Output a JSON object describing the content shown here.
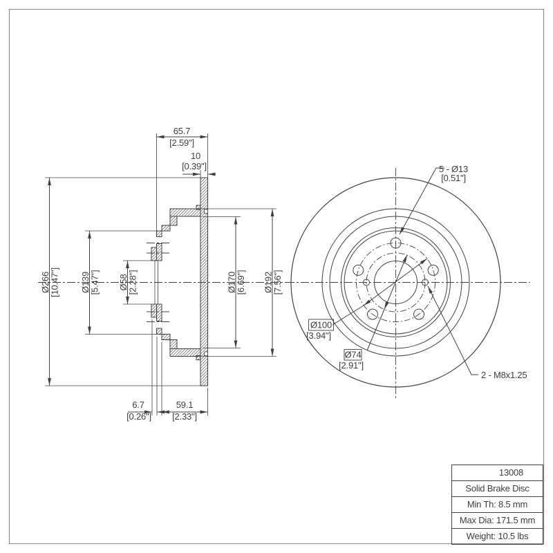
{
  "colors": {
    "line": "#404040",
    "hatch": "#4a4a4a",
    "text": "#3d3d3d",
    "frame": "#8f8f8f",
    "background": "#ffffff"
  },
  "section_view": {
    "dims": {
      "overall_width": {
        "mm": "65.7",
        "in": "[2.59\"]"
      },
      "plate_thickness": {
        "mm": "10",
        "in": "[0.39\"]"
      },
      "outer_dia": {
        "mm": "Ø266",
        "in": "[10.47\"]"
      },
      "hat_dia": {
        "mm": "Ø139",
        "in": "[5.47\"]"
      },
      "bore_dia": {
        "mm": "Ø58",
        "in": "[2.28\"]"
      },
      "inner_drum_dia": {
        "mm": "Ø170",
        "in": "[6.69\"]"
      },
      "lip_dia": {
        "mm": "Ø192",
        "in": "[7.56\"]"
      },
      "lip_offset": {
        "mm": "6.7",
        "in": "[0.26\"]"
      },
      "hat_depth": {
        "mm": "59.1",
        "in": "[2.33\"]"
      }
    }
  },
  "front_view": {
    "labels": {
      "bolt_holes": {
        "line1": "5 - Ø13",
        "line2": "[0.51\"]"
      },
      "bolt_circle": {
        "dia": "Ø100",
        "in": "[3.94\"]"
      },
      "service_circle": {
        "dia": "Ø74",
        "in": "[2.91\"]"
      },
      "thread_holes": "2 - M8x1.25"
    }
  },
  "spec_table": {
    "rows": [
      "13008",
      "Solid Brake Disc",
      "Min Th: 8.5 mm",
      "Max Dia: 171.5 mm",
      "Weight: 10.5 lbs"
    ]
  }
}
